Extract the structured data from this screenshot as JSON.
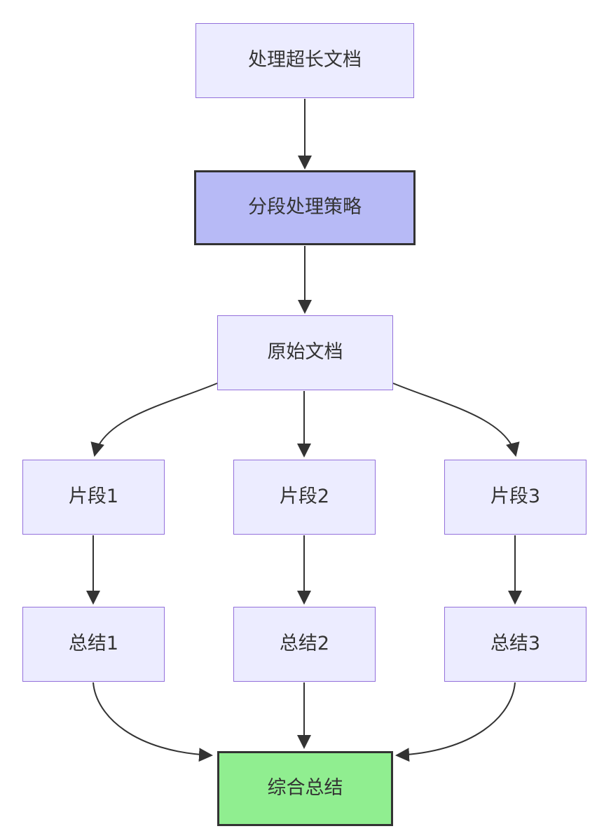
{
  "diagram": {
    "type": "flowchart",
    "direction": "top-down",
    "nodes": [
      {
        "label": "处理超长文档",
        "role": "default"
      },
      {
        "label": "分段处理策略",
        "role": "emphasis"
      },
      {
        "label": "原始文档",
        "role": "default"
      },
      {
        "label": "片段1",
        "role": "default"
      },
      {
        "label": "片段2",
        "role": "default"
      },
      {
        "label": "片段3",
        "role": "default"
      },
      {
        "label": "总结1",
        "role": "default"
      },
      {
        "label": "总结2",
        "role": "default"
      },
      {
        "label": "总结3",
        "role": "default"
      },
      {
        "label": "综合总结",
        "role": "result"
      }
    ],
    "edges": [
      {
        "from": "处理超长文档",
        "to": "分段处理策略"
      },
      {
        "from": "分段处理策略",
        "to": "原始文档"
      },
      {
        "from": "原始文档",
        "to": "片段1"
      },
      {
        "from": "原始文档",
        "to": "片段2"
      },
      {
        "from": "原始文档",
        "to": "片段3"
      },
      {
        "from": "片段1",
        "to": "总结1"
      },
      {
        "from": "片段2",
        "to": "总结2"
      },
      {
        "from": "片段3",
        "to": "总结3"
      },
      {
        "from": "总结1",
        "to": "综合总结"
      },
      {
        "from": "总结2",
        "to": "综合总结"
      },
      {
        "from": "总结3",
        "to": "综合总结"
      }
    ]
  },
  "colors": {
    "canvas_bg": "#ffffff",
    "node_fill": "#ececff",
    "node_border": "#9370db",
    "emphasis_fill": "#b7baf6",
    "emphasis_border": "#333333",
    "result_fill": "#90ee90",
    "result_border": "#333333",
    "edge_color": "#333333",
    "text_color": "#333333"
  }
}
